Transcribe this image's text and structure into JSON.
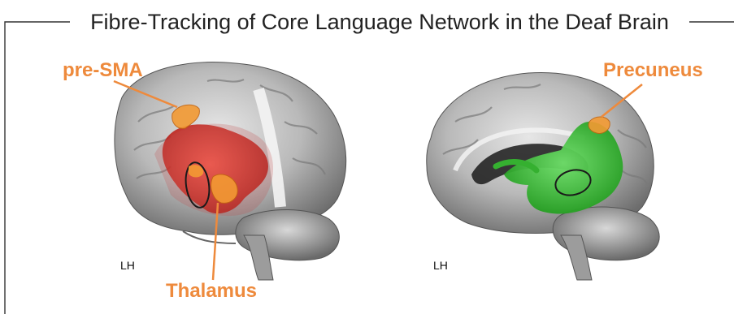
{
  "figure": {
    "title": "Fibre-Tracking of Core Language Network in the Deaf Brain",
    "accent_color": "#ee8a3c",
    "left_panel": {
      "labels": {
        "top": "pre-SMA",
        "bottom": "Thalamus",
        "hemisphere": "LH"
      },
      "tract_color": "#e0261d"
    },
    "right_panel": {
      "labels": {
        "top": "Precuneus",
        "hemisphere": "LH"
      },
      "tract_color": "#3fbf3a"
    }
  }
}
